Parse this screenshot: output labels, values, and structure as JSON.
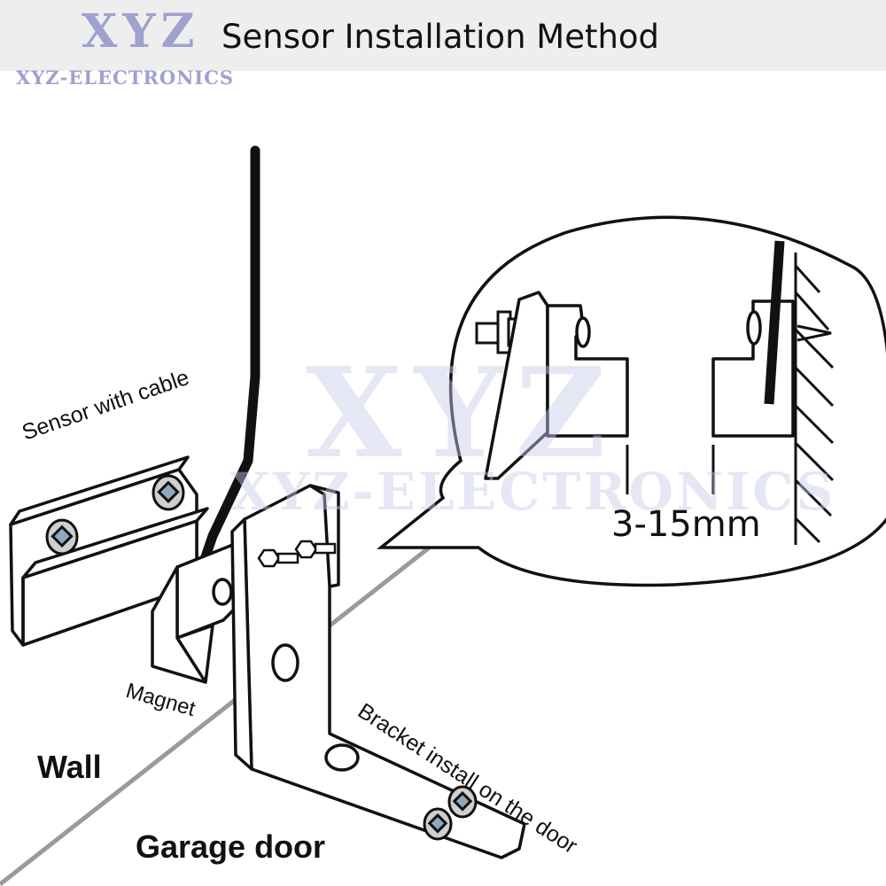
{
  "header": {
    "brand": "XYZ",
    "brand_subtitle": "XYZ-ELECTRONICS",
    "title": "Sensor Installation Method"
  },
  "watermark": {
    "brand": "XYZ",
    "subtitle": "XYZ-ELECTRONICS"
  },
  "labels": {
    "sensor": "Sensor with cable",
    "magnet": "Magnet",
    "bracket": "Bracket install on the door",
    "wall": "Wall",
    "garage_door": "Garage door",
    "gap": "3-15mm"
  }
}
